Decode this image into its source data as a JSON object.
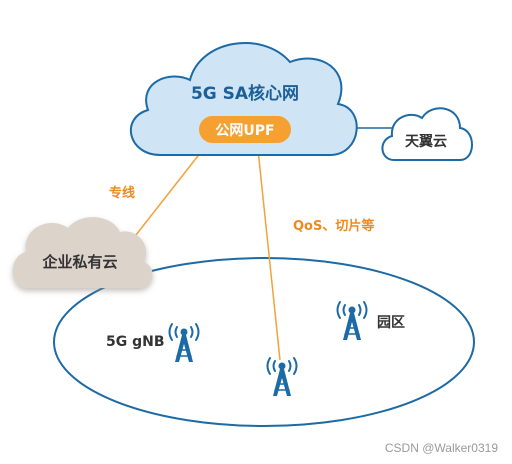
{
  "core_network": {
    "title": "5G SA核心网"
  },
  "upf": {
    "label": "公网UPF"
  },
  "public_cloud": {
    "label": "天翼云"
  },
  "enterprise_cloud": {
    "label": "企业私有云"
  },
  "links": {
    "dedicated_line": "专线",
    "qos_slicing": "QoS、切片等"
  },
  "campus": {
    "label": "园区"
  },
  "gnb": {
    "label": "5G gNB"
  },
  "watermark": "CSDN @Walker0319",
  "colors": {
    "core_fill": "#cfe4f5",
    "primary_blue": "#1c6aa6",
    "upf_orange": "#f5a030",
    "link_orange": "#f2a23a",
    "enterprise_fill": "#dcd4cb"
  },
  "icons": {
    "tower": "base-station-tower-icon"
  }
}
